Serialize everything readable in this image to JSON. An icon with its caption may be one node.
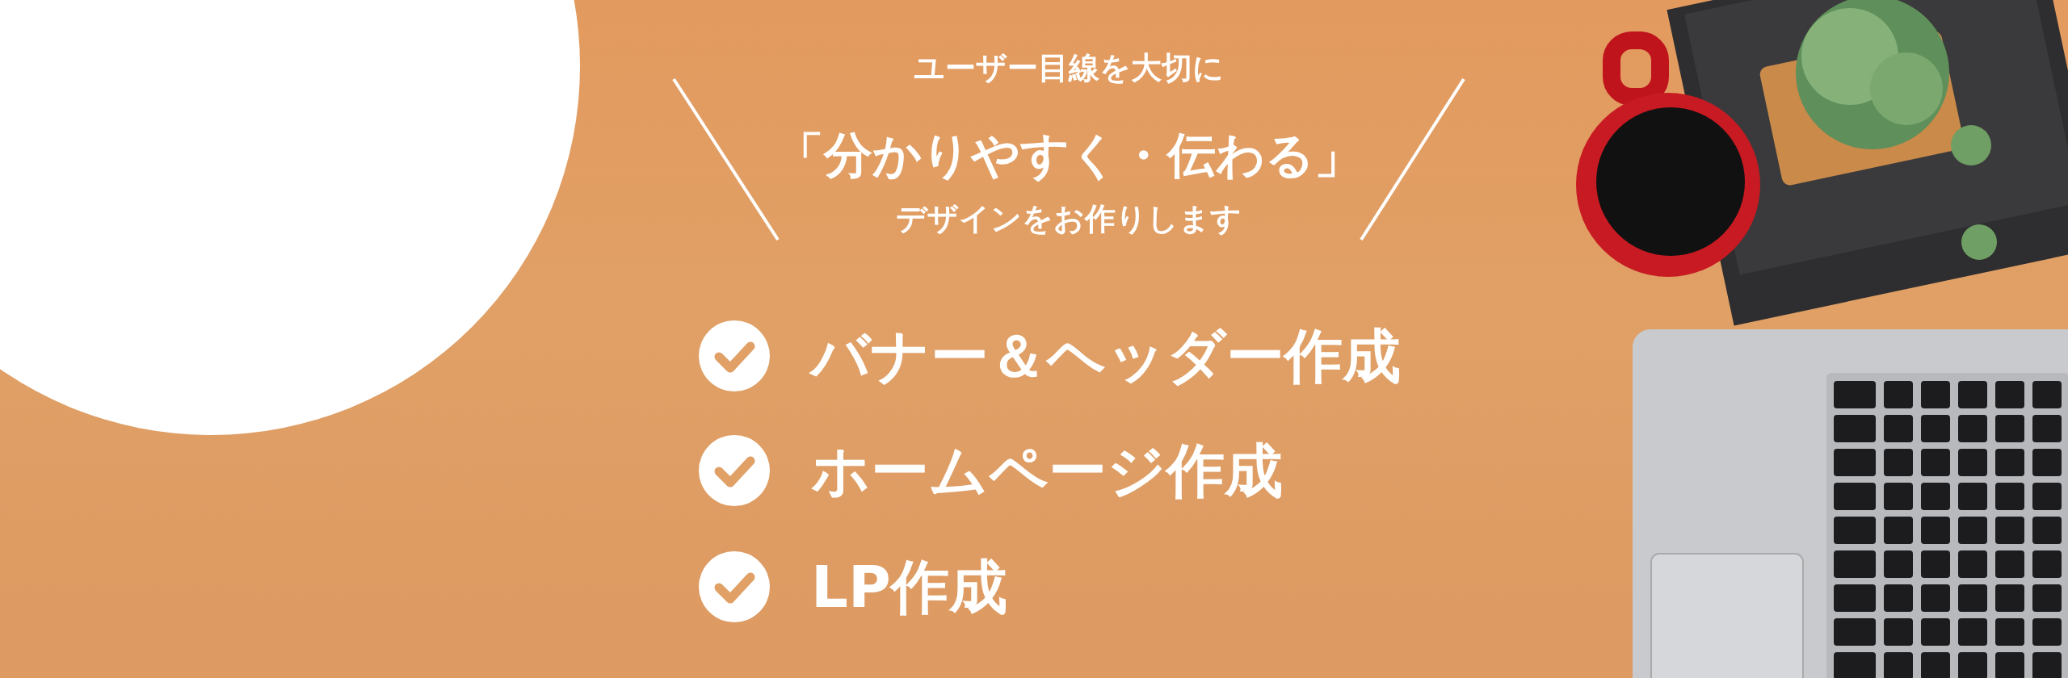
{
  "diagram": {
    "labels": [
      "ユーザー目線を大切に",
      "「分かりやすく・伝わる」",
      "デザインをお作りします",
      "バナー＆ヘッダー作成",
      "ホームページ作成",
      "LP作成"
    ]
  }
}
